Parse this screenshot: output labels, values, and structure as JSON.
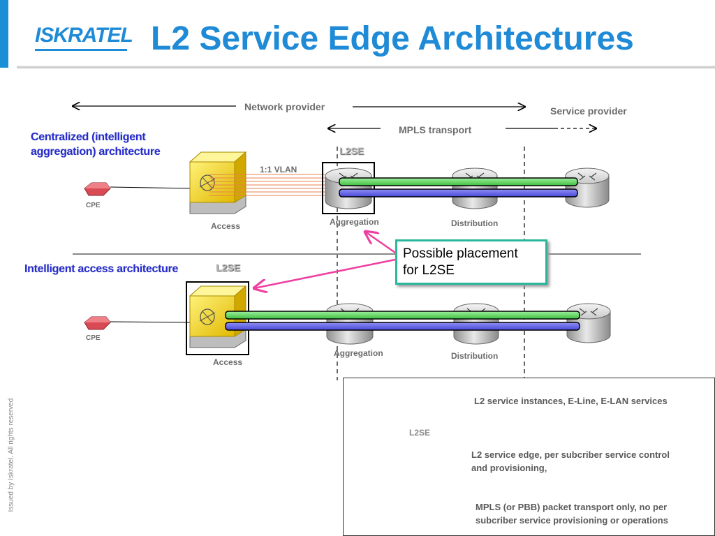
{
  "header": {
    "logo_text": "ISKRATEL",
    "title": "L2 Service Edge Architectures"
  },
  "scope": {
    "network_provider": "Network provider",
    "service_provider": "Service provider",
    "mpls_transport": "MPLS transport"
  },
  "top_section": {
    "heading_line1": "Centralized (intelligent",
    "heading_line2": "aggregation) architecture",
    "l2se_label": "L2SE",
    "vlan_label": "1:1 VLAN",
    "cpe_label": "CPE",
    "access_label": "Access",
    "aggregation_label": "Aggregation",
    "distribution_label": "Distribution"
  },
  "bottom_section": {
    "heading": "Intelligent access architecture",
    "l2se_label": "L2SE",
    "cpe_label": "CPE",
    "access_label": "Access",
    "aggregation_label": "Aggregation",
    "distribution_label": "Distribution"
  },
  "callout": {
    "line1": "Possible placement",
    "line2": "for L2SE"
  },
  "legend": {
    "service_instances": "L2 service instances, E-Line, E-LAN services",
    "l2se_label": "L2SE",
    "service_edge_line1": "L2 service edge, per subcriber  service control",
    "service_edge_line2": "and provisioning,",
    "mpls_line1": "MPLS (or PBB) packet transport only, no per",
    "mpls_line2": "subcriber service provisioning or operations"
  },
  "footer": {
    "copyright": "Issued by Iskratel. All rights reserved"
  },
  "colors": {
    "title_blue": "#1f8ad6",
    "heading_blue": "#2a2ad0",
    "tunnel_green": "#5bd15b",
    "tunnel_blue": "#5a5ae6",
    "callout_border": "#2ab79b",
    "pointer_pink": "#ee3fa0"
  }
}
